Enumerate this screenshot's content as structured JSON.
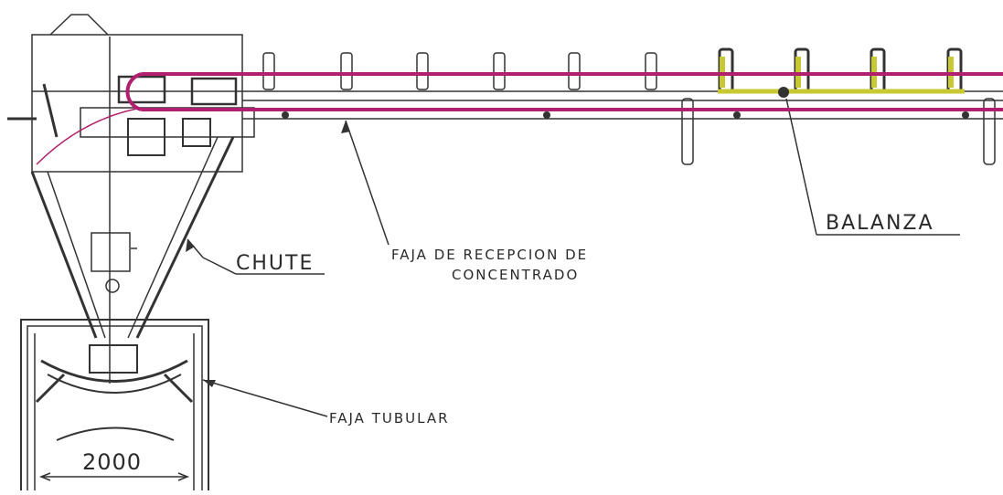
{
  "labels": {
    "chute": "CHUTE",
    "balanza": "BALANZA",
    "faja_recepcion_line1": "FAJA DE RECEPCION DE",
    "faja_recepcion_line2": "CONCENTRADO",
    "faja_tubular": "FAJA TUBULAR",
    "dimension": "2000"
  },
  "colors": {
    "belt": "#b0206e",
    "scale": "#c8c832",
    "line": "#333333"
  }
}
